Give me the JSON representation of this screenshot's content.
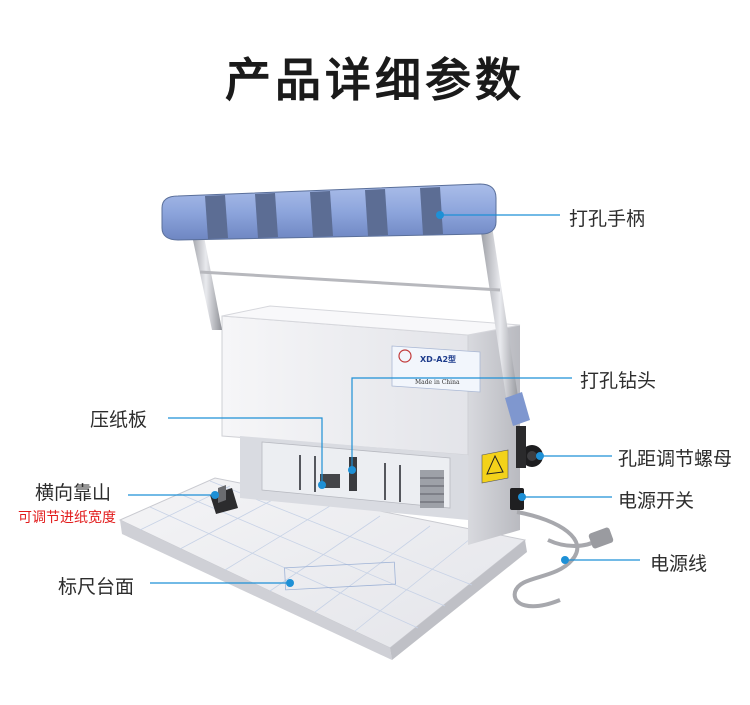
{
  "title": "产品详细参数",
  "callouts": {
    "handle": "打孔手柄",
    "drill_bit": "打孔钻头",
    "paper_press": "压纸板",
    "spacing_nut": "孔距调节螺母",
    "side_guide": "横向靠山",
    "side_guide_note": "可调节进纸宽度",
    "power_switch": "电源开关",
    "power_cord": "电源线",
    "ruler_table": "标尺台面"
  },
  "machine": {
    "model_badge": "XD-A2型",
    "plate_made_in": "Made in China"
  },
  "colors": {
    "callout_line": "#1e90d6",
    "callout_dot": "#1e90d6",
    "note_text": "#e21b1b",
    "handle_blue": "#8ea8e0",
    "handle_dark": "#5a6f9a"
  }
}
